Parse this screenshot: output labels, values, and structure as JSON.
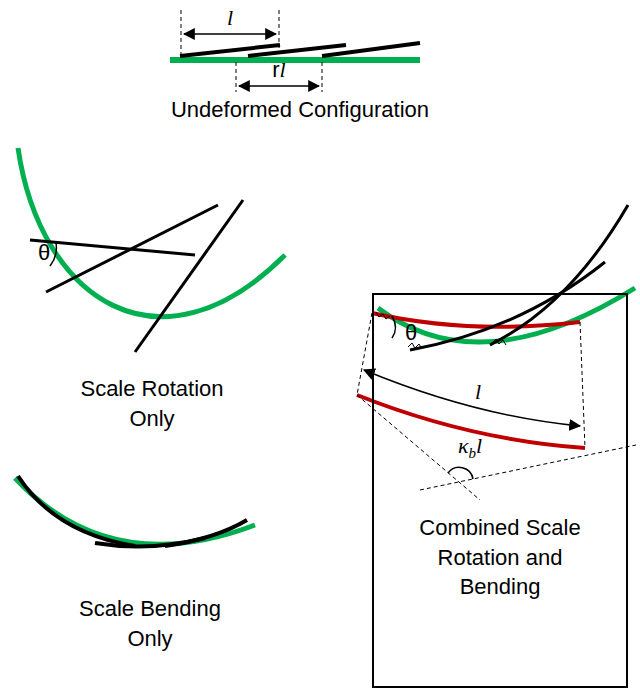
{
  "diagram": {
    "nodes": [
      {
        "text": [
          "Combined Scale Rotation and Bending"
        ]
      }
    ],
    "labels": [
      "l",
      "rl",
      "Undeformed Configuration",
      "θ",
      "Scale Rotation Only",
      "Scale Bending Only",
      "θ",
      "l",
      "κbl"
    ]
  }
}
